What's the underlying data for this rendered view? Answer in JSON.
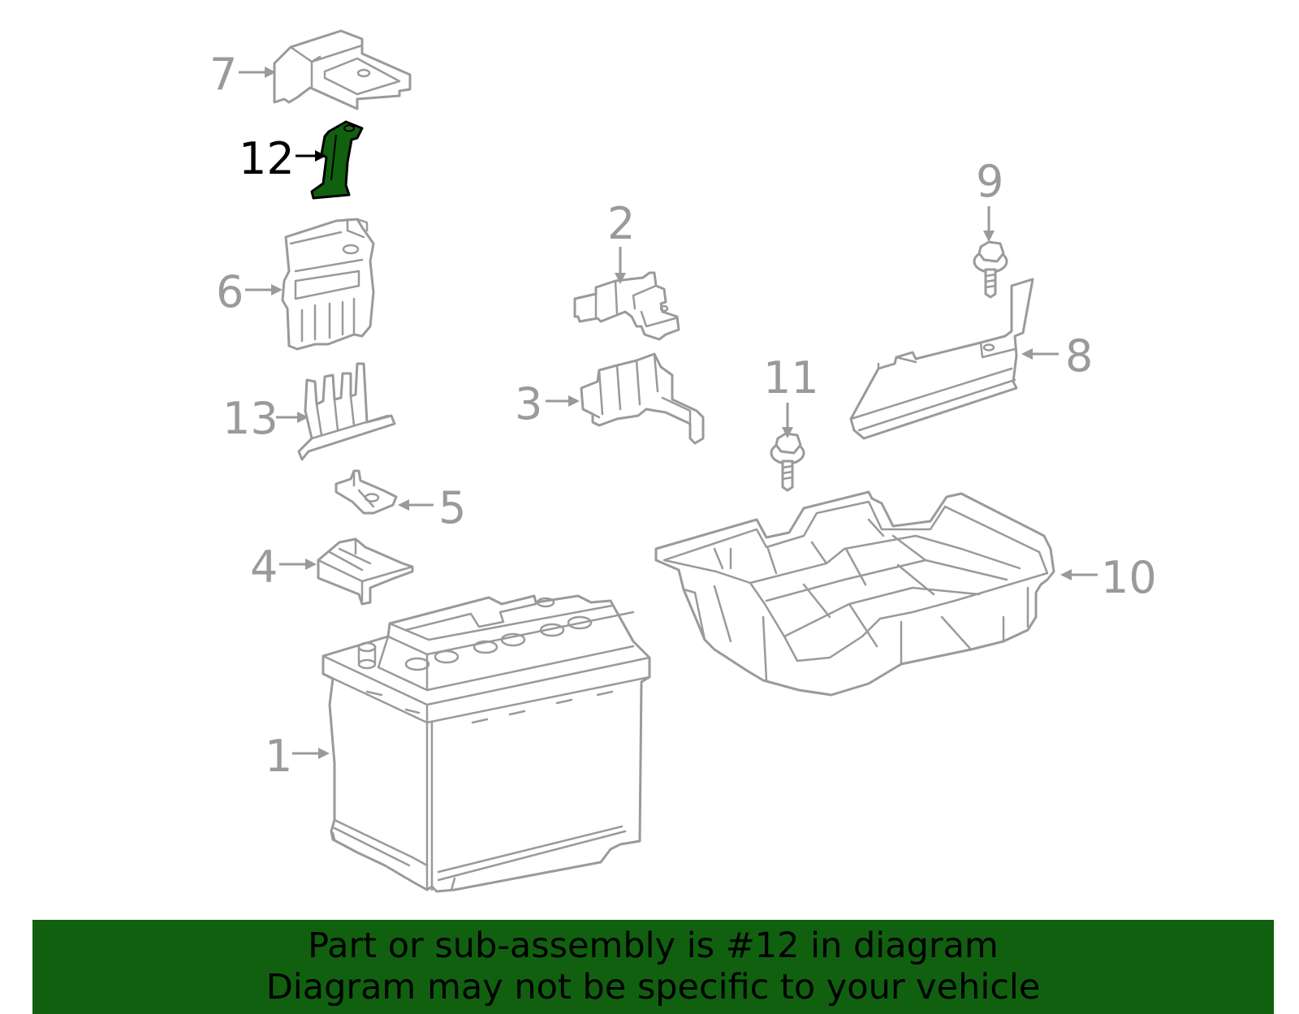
{
  "highlight_color": "#106010",
  "line_color": "#9a9a9a",
  "highlighted_part": "12",
  "callouts": [
    "1",
    "2",
    "3",
    "4",
    "5",
    "6",
    "7",
    "8",
    "9",
    "10",
    "11",
    "12",
    "13"
  ],
  "banner": {
    "line1": "Part or sub-assembly is #12 in diagram",
    "line2": "Diagram may not be specific to your vehicle"
  }
}
